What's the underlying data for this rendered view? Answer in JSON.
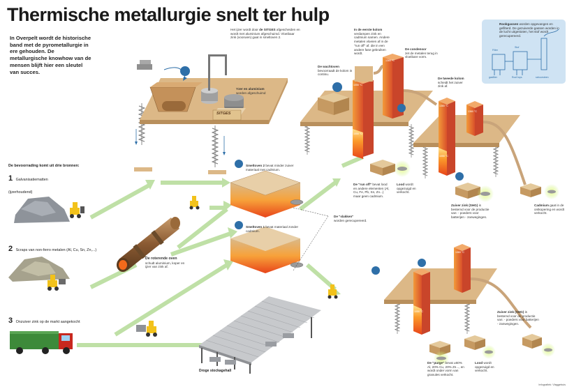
{
  "title": "Thermische metallurgie snelt ter hulp",
  "intro": "In Overpelt wordt de historische band met de pyrometallurgie in ere gehouden. De metallurgische knowhow van de mensen blijft hier een sleutel van succes.",
  "sitges": {
    "text_pre": "Het ijzer wordt door ",
    "text_bold": "de SITGES",
    "text_post": " afgescheiden en wordt met aluminium afgeschuimd. Vloeibaar zink (vooruien) gaat in smeltoven 2.",
    "sign": "SITGES",
    "mixer_label": "Yzer en aluminium",
    "mixer_sub": "worden afgeschuimd"
  },
  "sources": {
    "heading": "De bevoorrading komt uit drie bronnen:",
    "items": [
      {
        "num": "1",
        "label": "Galvanisatiematten (ijzerhoudend)"
      },
      {
        "num": "2",
        "label": "Scraps van non-ferro metalen (Al, Cu, Sn, Zn,...)"
      },
      {
        "num": "3",
        "label": "Onzuiver zink op de markt aangekocht"
      }
    ]
  },
  "rotary_oven": {
    "title": "De roterende oven",
    "sub": "schudt aluminium, koper en ijzer van zink af."
  },
  "storage": "Droge stockagehall",
  "furnace2": {
    "title": "Smeltoven 2",
    "sub": "bevat minder zuiver materiaal met cadmium."
  },
  "furnace1": {
    "title": "Smeltoven 1",
    "sub": "bevat materiaal zonder cadmium."
  },
  "run_off": {
    "title": "De \"run off\"",
    "sub": "bevat lood en andere elementen (Al, Cu, Fe, Pb, Sn, Zn...) maar geen cadmium."
  },
  "slag": {
    "title": "De \"slakken\"",
    "sub": "worden gerecupereerd."
  },
  "waiting_oven": {
    "title": "De wachtoven",
    "sub": "bevoorraadt de kolom in continu."
  },
  "column1": {
    "title": "In de eerste kolom",
    "sub": "verdampen zink en cadmium samen. Andere metalen vloeien af in de \"run off\" af. die in een andere fase gebruiken wordt."
  },
  "condenser": {
    "title": "De condensor",
    "sub": "zet de metalen terug in vloeibare vorm."
  },
  "column2": {
    "title": "De tweede kolom",
    "sub": "scheidt het zuiver zink af."
  },
  "lead": {
    "title": "Lood",
    "sub": "wordt opgezuigd en verkocht."
  },
  "pure_zinc": {
    "title": "Zuiver zink (SHG)",
    "sub": "is bestemd voor de productie van: - poeders voor batterijen - zanwegingen."
  },
  "cadmium": {
    "title": "Cadmium",
    "sub": "gaat in de ontkopering en wordt verkocht."
  },
  "flue_gas": {
    "title": "Rookgassen",
    "sub": "worden opgevangen en gefilterd. De gezuiverde gassen worden in de lucht uitgestoten, het stof wordt gerecupereerd.",
    "captions": [
      "gasfilter",
      "Roof tops",
      "schoorsteen"
    ],
    "sublabels": [
      "Filter",
      "Stof"
    ]
  },
  "pure_zinc_2": {
    "title": "Zuiver zink (SHG)",
    "sub": "is bestemd voor de productie van: - poeders voor batterijen - zanwegingen."
  },
  "purge": {
    "title": "De \"purge\"",
    "sub": "bevat ±60% Al, 20% Cu, 20% Zn..., en wordt onder vorm van granules verkocht."
  },
  "lead_2": {
    "title": "Lood",
    "sub": "wordt opgezuigd en verkocht."
  },
  "temps": [
    "1360 °C",
    "1050 °C",
    "1050 °C",
    "1360 °C",
    "1360 °C",
    "1050 °C",
    "1360 °C",
    "1050 °C"
  ],
  "credit": "Infografiek: Vlaggebuis",
  "colors": {
    "floor": "#dcb887",
    "arrow": "#bfe0a6",
    "heat": "#f26a1b",
    "pole": "#9b9b9b",
    "legend": "#cfe3f3",
    "icon": "#2e6fa8"
  }
}
